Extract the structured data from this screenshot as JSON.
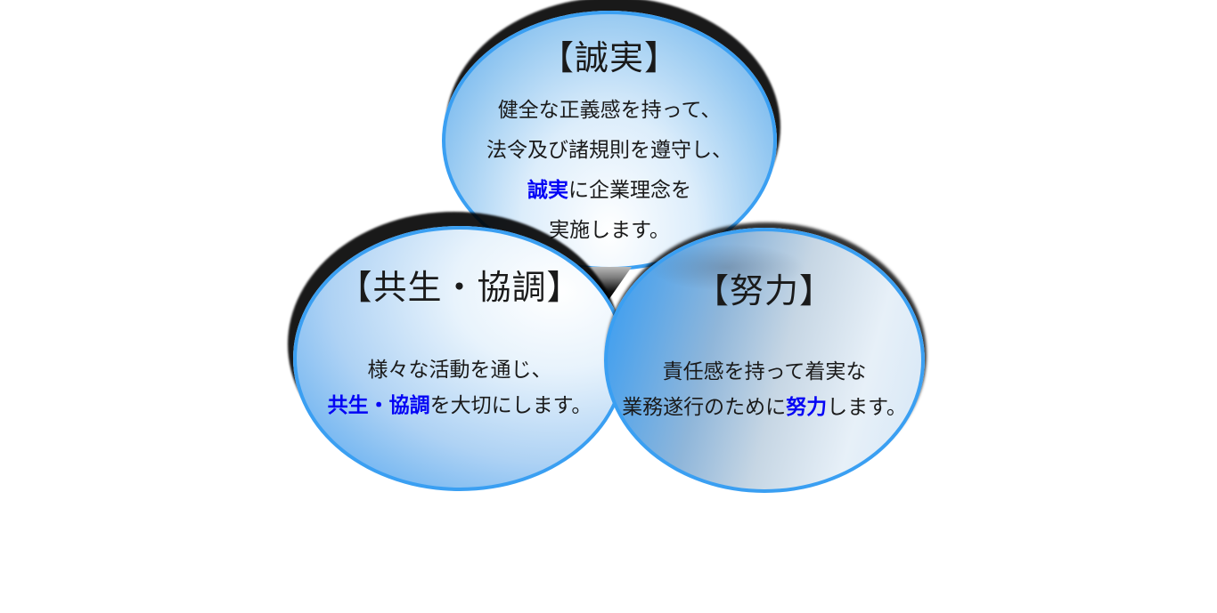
{
  "figure": {
    "background": "#ffffff",
    "palette": {
      "ellipse_border": "#3a9ff2",
      "ellipse_fill_light": "#eaf4fd",
      "ellipse_fill_strong": "#4aa2ef",
      "text": "#1a1a1a",
      "emphasis": "#0404f5",
      "shadow": "#000000",
      "arrow_gray": "#9a9a9a",
      "arrow_black": "#000000"
    },
    "ellipses": [
      {
        "id": "sincerity",
        "title": "【誠実】",
        "body": [
          {
            "rest": "健全な正義感を持って、"
          },
          {
            "rest": "法令及び諸規則を遵守し、"
          },
          {
            "em": "誠実",
            "rest": "に企業理念を"
          },
          {
            "rest": "実施します。"
          }
        ]
      },
      {
        "id": "symbiosis-cooperation",
        "title": "【共生・協調】",
        "body": [
          {
            "rest": "様々な活動を通じ、"
          },
          {
            "em": "共生・協調",
            "rest": "を大切にします。"
          }
        ]
      },
      {
        "id": "effort",
        "title": "【努力】",
        "body": [
          {
            "rest": "責任感を持って着実な"
          },
          {
            "pre": "業務遂行のために",
            "em": "努力",
            "rest": "します。"
          }
        ]
      }
    ],
    "arrow": {
      "name": "down-arrow"
    }
  }
}
